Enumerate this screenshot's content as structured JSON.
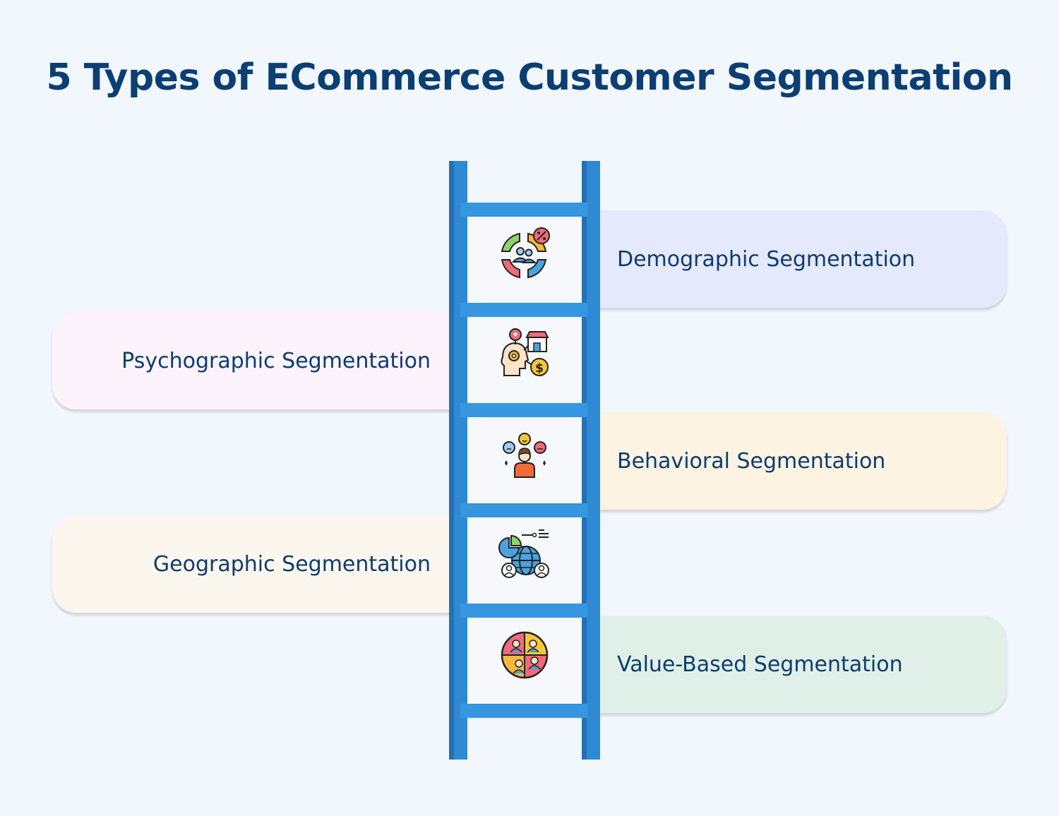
{
  "title": "5 Types of ECommerce Customer Segmentation",
  "segments": [
    {
      "label": "Demographic Segmentation",
      "side": "right",
      "color": "#e5e9fc",
      "icon": "demographic-pie-users-icon"
    },
    {
      "label": "Psychographic Segmentation",
      "side": "left",
      "color": "#fdf3fc",
      "icon": "mind-shop-money-icon"
    },
    {
      "label": "Behavioral Segmentation",
      "side": "right",
      "color": "#fdf3e2",
      "icon": "person-emotions-icon"
    },
    {
      "label": "Geographic Segmentation",
      "side": "left",
      "color": "#fbf7ef",
      "icon": "globe-users-chart-icon"
    },
    {
      "label": "Value-Based Segmentation",
      "side": "right",
      "color": "#e0f0e8",
      "icon": "customer-pie-circle-icon"
    }
  ],
  "colors": {
    "title": "#0b3f73",
    "text": "#0d3c6e",
    "ladder_rail": "#2f8ad4",
    "ladder_rail_dark": "#2470b4",
    "ladder_rung": "#3696e0",
    "ladder_fill": "#f6f8fc"
  }
}
